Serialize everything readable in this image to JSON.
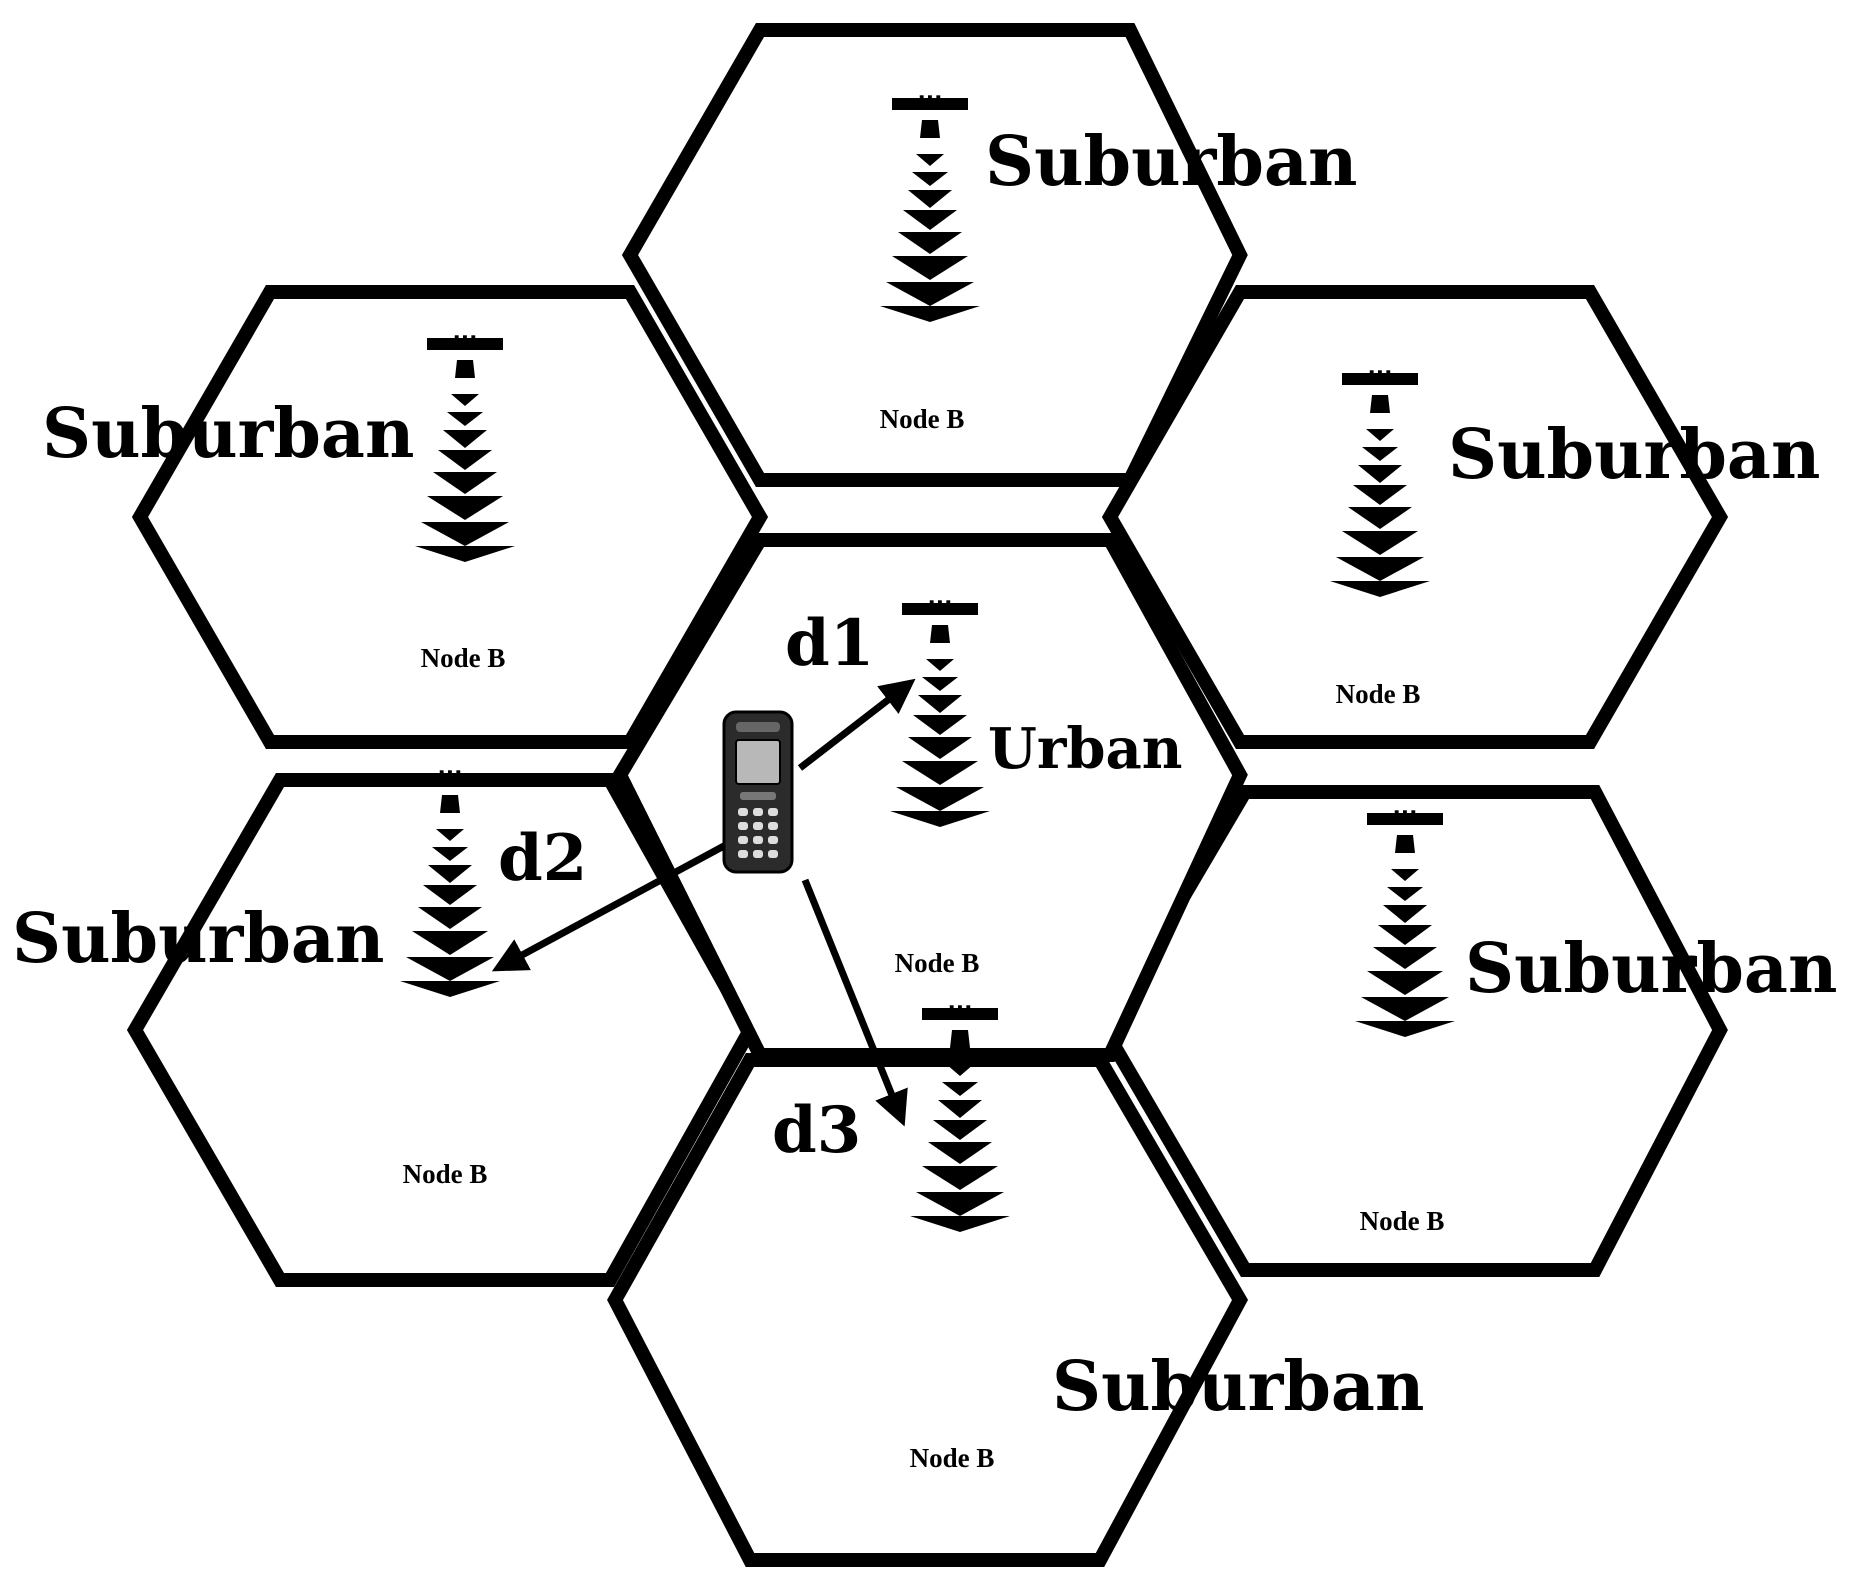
{
  "cells": [
    {
      "id": "center",
      "region": "Urban",
      "station": "Node B"
    },
    {
      "id": "top",
      "region": "Suburban",
      "station": "Node B"
    },
    {
      "id": "upper-left",
      "region": "Suburban",
      "station": "Node B"
    },
    {
      "id": "upper-right",
      "region": "Suburban",
      "station": "Node B"
    },
    {
      "id": "lower-left",
      "region": "Suburban",
      "station": "Node B"
    },
    {
      "id": "lower-right",
      "region": "Suburban",
      "station": "Node B"
    },
    {
      "id": "bottom",
      "region": "Suburban",
      "station": "Node B"
    }
  ],
  "links": [
    {
      "label": "d1",
      "to": "center"
    },
    {
      "label": "d2",
      "to": "lower-left"
    },
    {
      "label": "d3",
      "to": "bottom"
    }
  ],
  "icons": {
    "tower": "cell-tower-icon",
    "antenna": "antenna-array-icon",
    "device": "mobile-phone-icon"
  },
  "colors": {
    "line": "#000000",
    "background": "#ffffff"
  }
}
